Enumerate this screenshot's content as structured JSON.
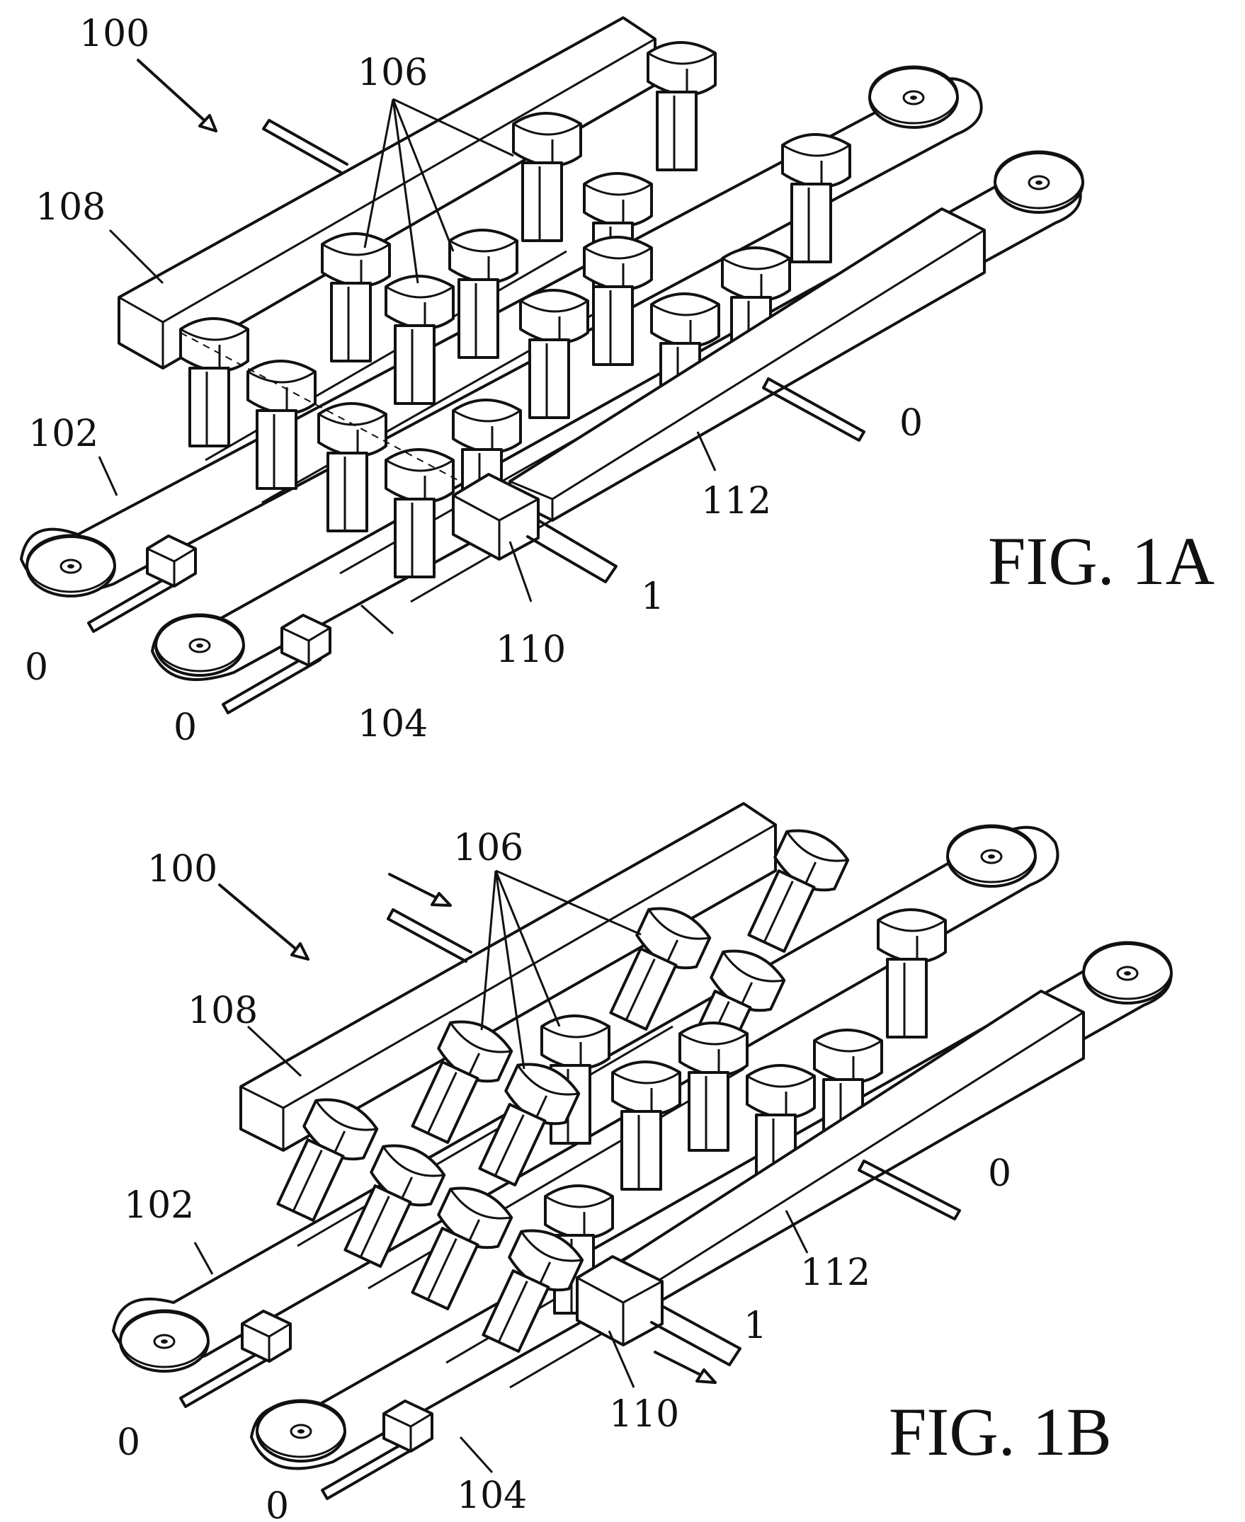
{
  "fig_a": {
    "caption": "FIG. 1A",
    "labels": {
      "device": "100",
      "elements": "106",
      "bar_top": "108",
      "belt_left": "102",
      "belt_mid": "104",
      "block": "110",
      "bar_front": "112",
      "in_left": "0",
      "in_mid": "0",
      "out_right": "0",
      "out_front": "1"
    }
  },
  "fig_b": {
    "caption": "FIG. 1B",
    "labels": {
      "device": "100",
      "elements": "106",
      "bar_top": "108",
      "belt_left": "102",
      "belt_mid": "104",
      "block": "110",
      "bar_front": "112",
      "in_left": "0",
      "in_mid": "0",
      "out_right": "0",
      "out_front": "1"
    }
  }
}
